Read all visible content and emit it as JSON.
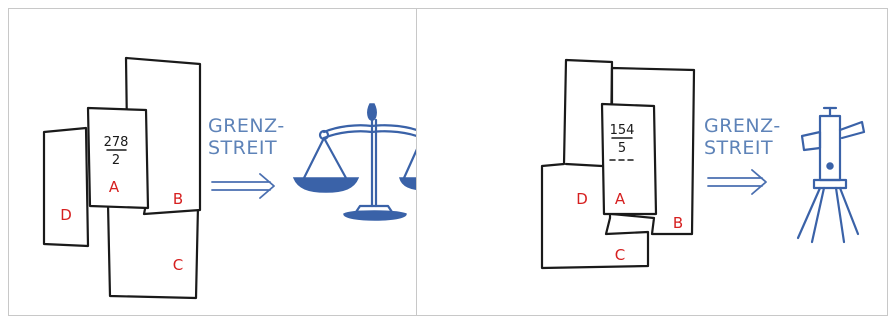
{
  "panels": [
    {
      "parcels": {
        "a": "A",
        "b": "B",
        "c": "C",
        "d": "D"
      },
      "fraction": {
        "numerator": "278",
        "denominator": "2"
      },
      "caption": {
        "line1": "GRENZ-",
        "line2": "STREIT"
      },
      "icon": "balance-scale-icon",
      "colors": {
        "ink": "#1a1a1a",
        "label": "#d62020",
        "accent": "#3a62a8"
      }
    },
    {
      "parcels": {
        "a": "A",
        "b": "B",
        "c": "C",
        "d": "D"
      },
      "fraction": {
        "numerator": "154",
        "denominator": "5"
      },
      "caption": {
        "line1": "GRENZ-",
        "line2": "STREIT"
      },
      "icon": "surveying-instrument-icon",
      "colors": {
        "ink": "#1a1a1a",
        "label": "#d62020",
        "accent": "#3a62a8"
      }
    }
  ]
}
